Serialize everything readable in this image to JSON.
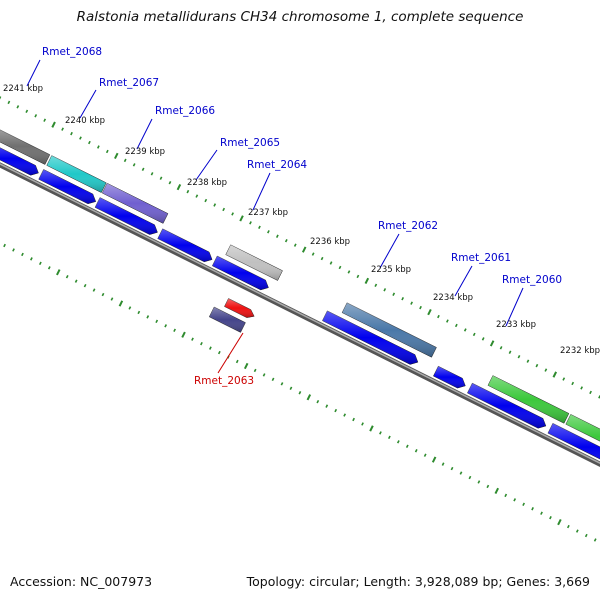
{
  "title": "Ralstonia metallidurans CH34 chromosome 1, complete sequence",
  "footer": {
    "accession": "Accession: NC_007973",
    "summary": "Topology: circular; Length: 3,928,089 bp; Genes: 3,669"
  },
  "colors": {
    "backbone": "#777777",
    "ticks": "#2e8b2e",
    "orf": "#0000ee",
    "label_blue": "#0000cc",
    "label_red": "#cc0000"
  },
  "gene_labels": [
    {
      "text": "Rmet_2068",
      "color": "#0000cc"
    },
    {
      "text": "Rmet_2067",
      "color": "#0000cc"
    },
    {
      "text": "Rmet_2066",
      "color": "#0000cc"
    },
    {
      "text": "Rmet_2065",
      "color": "#0000cc"
    },
    {
      "text": "Rmet_2064",
      "color": "#0000cc"
    },
    {
      "text": "Rmet_2062",
      "color": "#0000cc"
    },
    {
      "text": "Rmet_2061",
      "color": "#0000cc"
    },
    {
      "text": "Rmet_2060",
      "color": "#0000cc"
    },
    {
      "text": "Rmet_2063",
      "color": "#cc0000"
    }
  ],
  "kbp_labels": [
    "2241 kbp",
    "2240 kbp",
    "2239 kbp",
    "2238 kbp",
    "2237 kbp",
    "2236 kbp",
    "2235 kbp",
    "2234 kbp",
    "2233 kbp",
    "2232 kbp"
  ],
  "genes": [
    {
      "name": "Rmet_2068",
      "color": "#707070"
    },
    {
      "name": "Rmet_2067",
      "color": "#20c8c8"
    },
    {
      "name": "Rmet_2066",
      "color": "#7060d0"
    },
    {
      "name": "Rmet_2064",
      "color": "#c0c0c0"
    },
    {
      "name": "Rmet_2062",
      "color": "#4a78a8"
    },
    {
      "name": "Rmet_2060",
      "color": "#3cc83c"
    },
    {
      "name": "Rmet_2060b",
      "color": "#3cc83c"
    },
    {
      "name": "Rmet_2063",
      "color": "#44448a"
    }
  ]
}
